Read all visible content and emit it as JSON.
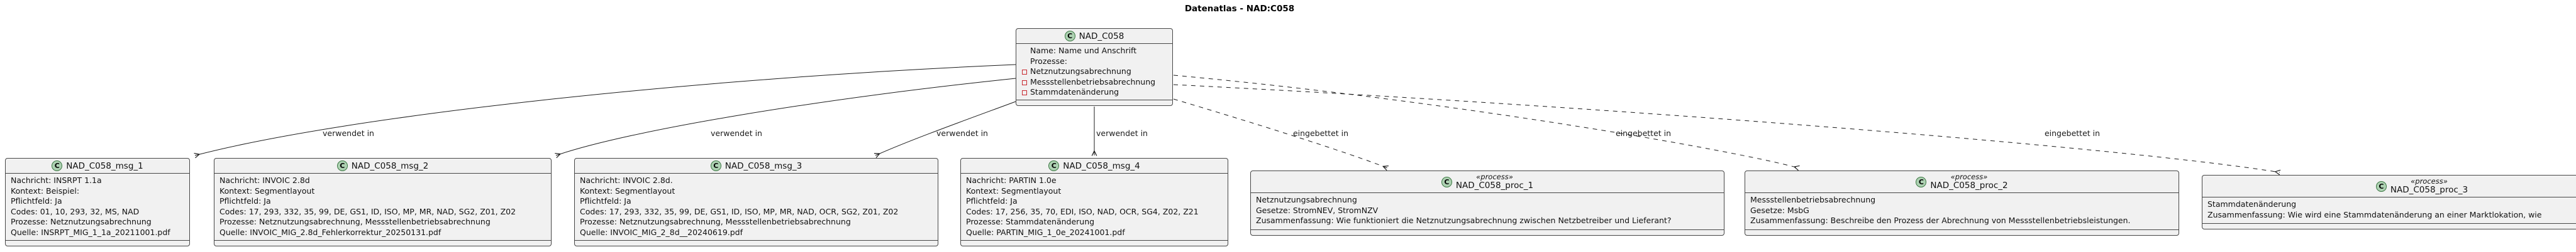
{
  "title": "Datenatlas - NAD:C058",
  "colors": {
    "box_fill": "#F1F1F1",
    "box_border": "#454545",
    "class_icon_fill": "#ADD1B2",
    "class_icon_border": "#3C7843",
    "field_marker_red": "#C82930",
    "edge_color": "#1A1A1A"
  },
  "main_class": {
    "icon": "C",
    "name": "NAD_C058",
    "lines": [
      "Name: Name und Anschrift",
      "Prozesse:"
    ],
    "fields": [
      "Netznutzungsabrechnung",
      "Messstellenbetriebsabrechnung",
      "Stammdatenänderung"
    ]
  },
  "messages": [
    {
      "icon": "C",
      "name": "NAD_C058_msg_1",
      "lines": [
        "Nachricht: INSRPT 1.1a",
        "Kontext: Beispiel:",
        "Pflichtfeld: Ja",
        "Codes: 01, 10, 293, 32, MS, NAD",
        "Prozesse: Netznutzungsabrechnung",
        "Quelle: INSRPT_MIG_1_1a_20211001.pdf"
      ]
    },
    {
      "icon": "C",
      "name": "NAD_C058_msg_2",
      "lines": [
        "Nachricht: INVOIC 2.8d",
        "Kontext: Segmentlayout",
        "Pflichtfeld: Ja",
        "Codes: 17, 293, 332, 35, 99, DE, GS1, ID, ISO, MP, MR, NAD, SG2, Z01, Z02",
        "Prozesse: Netznutzungsabrechnung, Messstellenbetriebsabrechnung",
        "Quelle: INVOIC_MIG_2.8d_Fehlerkorrektur_20250131.pdf"
      ]
    },
    {
      "icon": "C",
      "name": "NAD_C058_msg_3",
      "lines": [
        "Nachricht: INVOIC 2.8d.",
        "Kontext: Segmentlayout",
        "Pflichtfeld: Ja",
        "Codes: 17, 293, 332, 35, 99, DE, GS1, ID, ISO, MP, MR, NAD, OCR, SG2, Z01, Z02",
        "Prozesse: Netznutzungsabrechnung, Messstellenbetriebsabrechnung",
        "Quelle: INVOIC_MIG_2_8d__20240619.pdf"
      ]
    },
    {
      "icon": "C",
      "name": "NAD_C058_msg_4",
      "lines": [
        "Nachricht: PARTIN 1.0e",
        "Kontext: Segmentlayout",
        "Pflichtfeld: Ja",
        "Codes: 17, 256, 35, 70, EDI, ISO, NAD, OCR, SG4, Z02, Z21",
        "Prozesse: Stammdatenänderung",
        "Quelle: PARTIN_MIG_1_0e_20241001.pdf"
      ]
    }
  ],
  "processes": [
    {
      "icon": "C",
      "stereotype": "«process»",
      "name": "NAD_C058_proc_1",
      "lines": [
        "Netznutzungsabrechnung",
        "Gesetze: StromNEV, StromNZV",
        "Zusammenfassung: Wie funktioniert die Netznutzungsabrechnung zwischen Netzbetreiber und Lieferant?"
      ]
    },
    {
      "icon": "C",
      "stereotype": "«process»",
      "name": "NAD_C058_proc_2",
      "lines": [
        "Messstellenbetriebsabrechnung",
        "Gesetze: MsbG",
        "Zusammenfassung: Beschreibe den Prozess der Abrechnung von Messstellenbetriebsleistungen."
      ]
    },
    {
      "icon": "C",
      "stereotype": "«process»",
      "name": "NAD_C058_proc_3",
      "lines": [
        "Stammdatenänderung",
        "Zusammenfassung: Wie wird eine Stammdatenänderung an einer Marktlokation, wie"
      ]
    }
  ],
  "edge_labels": {
    "verwendet": "verwendet in",
    "eingebettet": "eingebettet in"
  }
}
